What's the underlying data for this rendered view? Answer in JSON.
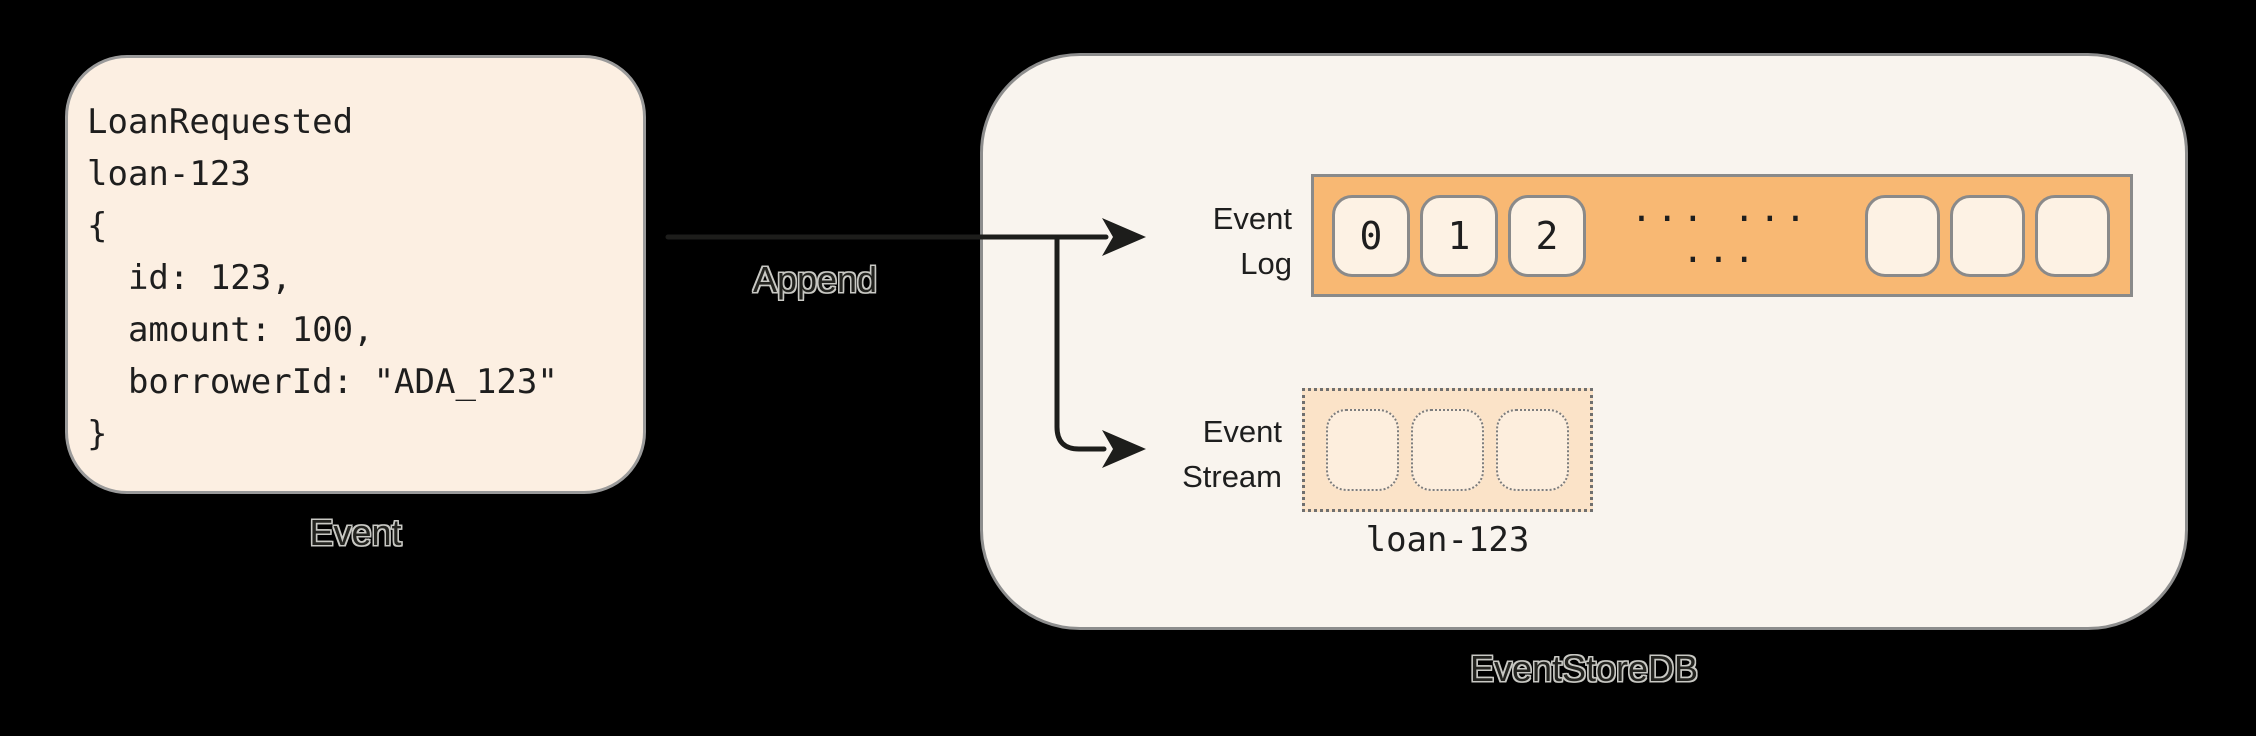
{
  "event_card": {
    "label": "Event",
    "code_lines": [
      "LoanRequested",
      "loan-123",
      "{",
      "  id: 123,",
      "  amount: 100,",
      "  borrowerId: \"ADA_123\"",
      "}"
    ]
  },
  "append_arrow": {
    "label": "Append"
  },
  "eventstore": {
    "label": "EventStoreDB",
    "event_log": {
      "label_line1": "Event",
      "label_line2": "Log",
      "numbered_cells": [
        "0",
        "1",
        "2"
      ],
      "ellipsis": "... ... ...",
      "empty_cell_count": 3
    },
    "event_stream": {
      "label_line1": "Event",
      "label_line2": "Stream",
      "empty_cell_count": 3,
      "stream_name": "loan-123"
    }
  },
  "colors": {
    "background": "#000000",
    "card_fill": "#fcefe2",
    "card_border": "#9a9a9a",
    "store_fill": "#f9f4ee",
    "store_border": "#8d8d8d",
    "log_bar_fill": "#f8b873",
    "log_cell_fill": "#fdf2e4",
    "stream_fill": "#fbe3c8",
    "stream_cell_fill": "#fdeedd",
    "arrow": "#1d1d1b",
    "text": "#1e1e1e"
  }
}
